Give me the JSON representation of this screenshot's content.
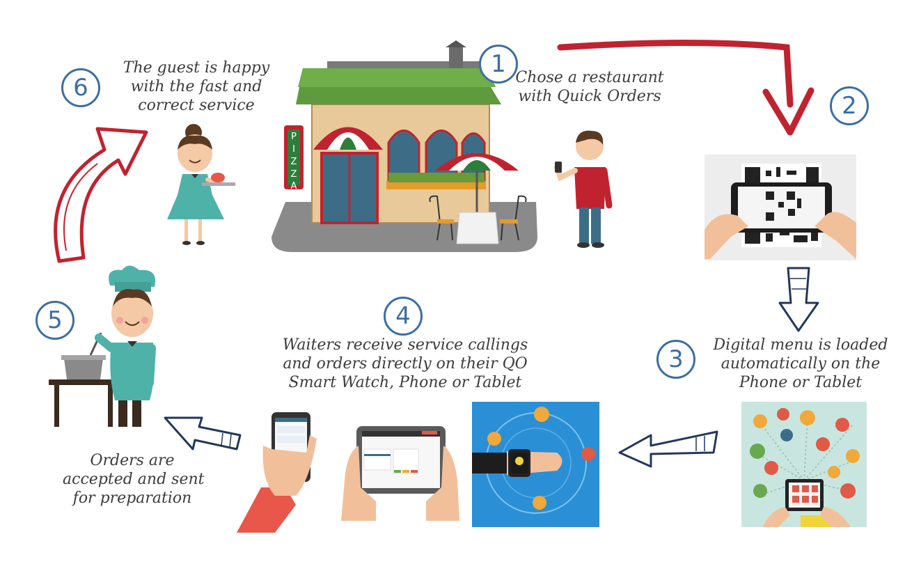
{
  "steps": [
    {
      "number": "1",
      "lines": [
        "Chose a restaurant",
        "with Quick Orders"
      ]
    },
    {
      "number": "2",
      "lines": []
    },
    {
      "number": "3",
      "lines": [
        "Digital menu is loaded",
        "automatically on the",
        "Phone or Tablet"
      ]
    },
    {
      "number": "4",
      "lines": [
        "Waiters receive service callings",
        "and orders directly on their QO",
        "Smart Watch, Phone or Tablet"
      ]
    },
    {
      "number": "5",
      "lines": [
        "Orders are",
        "accepted and sent",
        "for preparation"
      ]
    },
    {
      "number": "6",
      "lines": [
        "The guest is happy",
        "with the fast and",
        "correct service"
      ]
    }
  ],
  "signage": {
    "restaurant_sign": "PIZZA"
  },
  "colors": {
    "circle": "#3a6ea5",
    "red_arrow": "#c0232f",
    "navy_arrow": "#23375a",
    "caption": "#3c3c3c"
  }
}
